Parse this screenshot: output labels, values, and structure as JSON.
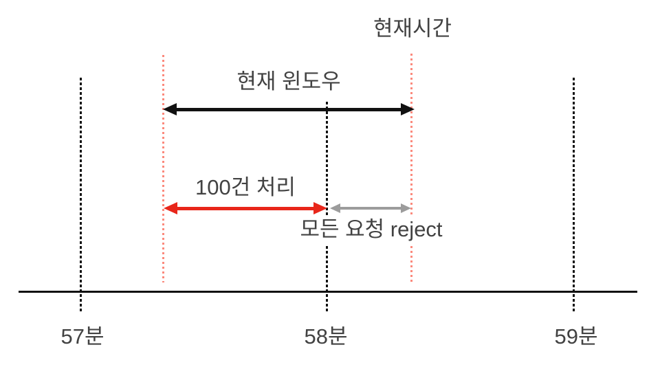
{
  "labels": {
    "current_time": "현재시간",
    "current_window": "현재 윈도우",
    "processed": "100건 처리",
    "rejected": "모든 요청 reject"
  },
  "axis": {
    "ticks": [
      "57분",
      "58분",
      "59분"
    ]
  },
  "colors": {
    "background": "#ffffff",
    "black": "#111111",
    "red": "#e8261a",
    "salmon": "#fb897c",
    "gray": "#9c9c9c",
    "text": "#424242"
  }
}
